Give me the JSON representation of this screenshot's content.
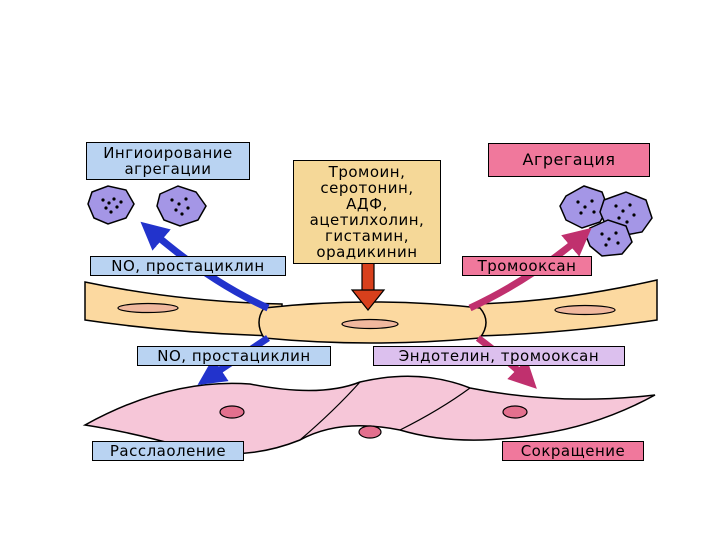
{
  "labels": {
    "inhibition": [
      "Ингиоирование",
      "агрегации"
    ],
    "aggregation": "Агрегация",
    "mediators": [
      "Тромоин,",
      "серотонин,",
      "АДФ,",
      "ацетилхолин,",
      "гистамин,",
      "орадикинин"
    ],
    "no_prostacyclin_upper": "NO, простациклин",
    "thromboxane": "Тромооксан",
    "no_prostacyclin_lower": "NO, простациклин",
    "endothelin_thromboxane": "Эндотелин, тромооксан",
    "relaxation": "Расслаоление",
    "contraction": "Сокращение"
  },
  "colors": {
    "blue_box": "#b9d3f2",
    "pink_box": "#f0789c",
    "lavender_box": "#dcc0ee",
    "tan_box": "#f5d898",
    "endothelium": "#fcd9a0",
    "smooth_muscle": "#f6c6d8",
    "platelet": "#a496e6",
    "arrow_blue": "#2233cc",
    "arrow_magenta": "#c0306e",
    "arrow_red": "#d8401c"
  }
}
